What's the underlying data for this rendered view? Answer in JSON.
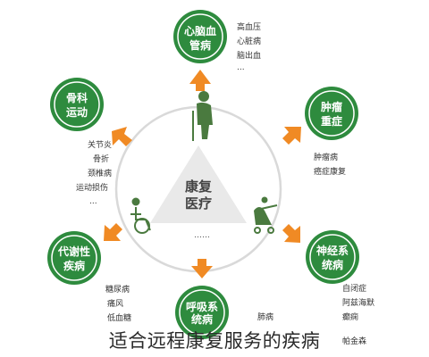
{
  "center": {
    "title_line1": "康复",
    "title_line2": "医疗",
    "ellipsis": "……"
  },
  "nodes": {
    "top": {
      "line1": "心脑血",
      "line2": "管病",
      "items": [
        "高血压",
        "心脏病",
        "脑出血",
        "..."
      ]
    },
    "right": {
      "line1": "肿瘤",
      "line2": "重症",
      "items": [
        "肿瘤病",
        "癌症康复"
      ]
    },
    "br": {
      "line1": "神经系",
      "line2": "统病",
      "items": [
        "自闭症",
        "阿兹海默",
        "癫痫",
        "帕金森"
      ]
    },
    "bottom": {
      "line1": "呼吸系",
      "line2": "统病",
      "items": [
        "肺病"
      ]
    },
    "bl": {
      "line1": "代谢性",
      "line2": "疾病",
      "items": [
        "糖尿病",
        "痛风",
        "低血糖"
      ]
    },
    "left": {
      "line1": "骨科",
      "line2": "运动",
      "items": [
        "关节炎",
        "骨折",
        "颈椎病",
        "运动损伤",
        "..."
      ]
    }
  },
  "caption": "适合远程康复服务的疾病",
  "colors": {
    "green": "#2e8b3e",
    "orange": "#f08a24",
    "ring": "#d8d8d8",
    "triangle": "#e6e6e6",
    "icon": "#4a7a3f"
  }
}
